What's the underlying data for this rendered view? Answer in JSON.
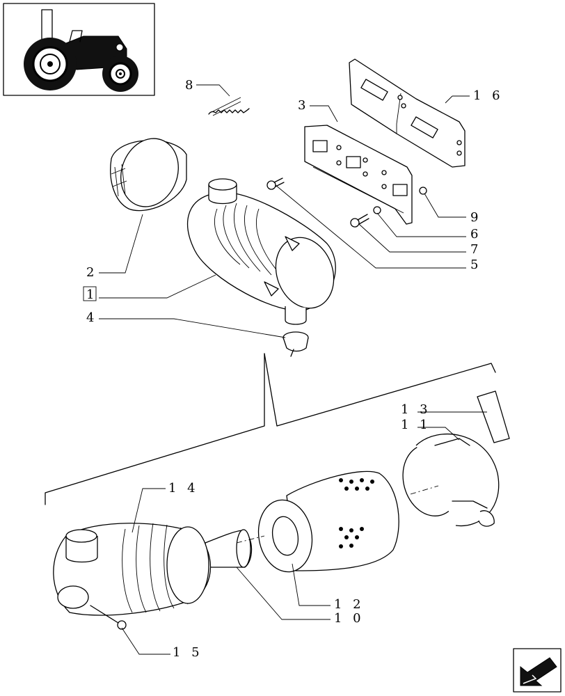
{
  "diagram": {
    "callouts": [
      {
        "id": "c8",
        "text": "8"
      },
      {
        "id": "c16",
        "text": "1 6"
      },
      {
        "id": "c3",
        "text": "3"
      },
      {
        "id": "c2",
        "text": "2"
      },
      {
        "id": "c1",
        "text": "1"
      },
      {
        "id": "c4",
        "text": "4"
      },
      {
        "id": "c9",
        "text": "9"
      },
      {
        "id": "c6",
        "text": "6"
      },
      {
        "id": "c7",
        "text": "7"
      },
      {
        "id": "c5",
        "text": "5"
      },
      {
        "id": "c13",
        "text": "1 3"
      },
      {
        "id": "c11",
        "text": "1 1"
      },
      {
        "id": "c14",
        "text": "1 4"
      },
      {
        "id": "c12",
        "text": "1 2"
      },
      {
        "id": "c10",
        "text": "1 0"
      },
      {
        "id": "c15",
        "text": "1 5"
      }
    ],
    "thumbnail_icon": "tractor-icon",
    "nav_icon": "arrow-icon"
  }
}
